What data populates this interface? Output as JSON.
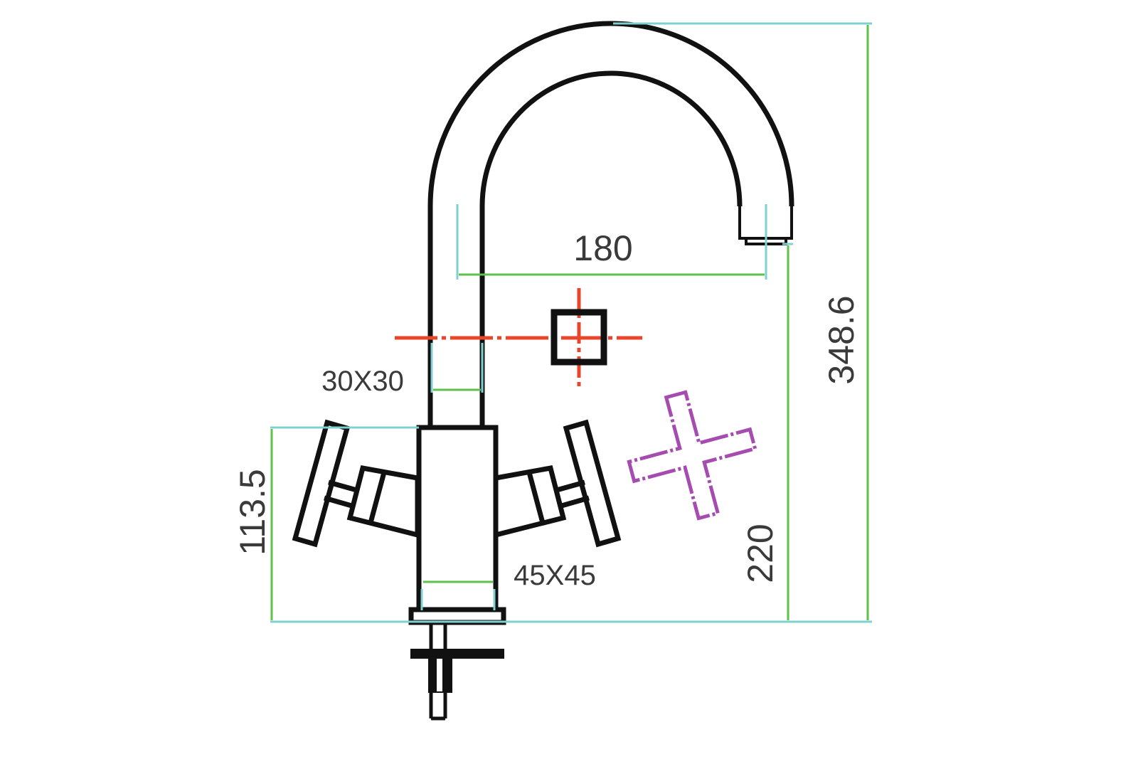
{
  "title": "Faucet dimension drawing",
  "dimensions": {
    "spout_reach": "180",
    "spout_section": "30X30",
    "body_section": "45X45",
    "body_height": "113.5",
    "spout_outlet_height": "220",
    "total_height": "348.6"
  },
  "colors": {
    "outline": "#111111",
    "extension_line": "#7fd0d0",
    "dimension_line": "#5ec24a",
    "section_marker": "#e8452a",
    "handle_profile": "#a64cb0"
  }
}
